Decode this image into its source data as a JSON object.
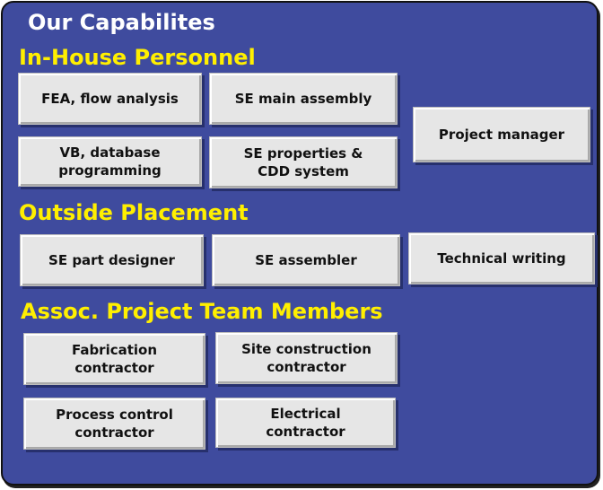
{
  "title": "Our Capabilites",
  "colors": {
    "panel": "#3f4b9e",
    "title": "#ffffff",
    "heading": "#ffef00",
    "box": "#e6e6e6"
  },
  "sections": [
    {
      "heading": "In-House Personnel",
      "boxes": [
        "FEA, flow analysis",
        "SE main assembly",
        "Project manager",
        "VB, database\nprogramming",
        "SE properties &\nCDD system"
      ]
    },
    {
      "heading": "Outside Placement",
      "boxes": [
        "SE part designer",
        "SE assembler",
        "Technical writing"
      ]
    },
    {
      "heading": "Assoc. Project Team Members",
      "boxes": [
        "Fabrication\ncontractor",
        "Site construction\ncontractor",
        "Process control\ncontractor",
        "Electrical\ncontractor"
      ]
    }
  ]
}
